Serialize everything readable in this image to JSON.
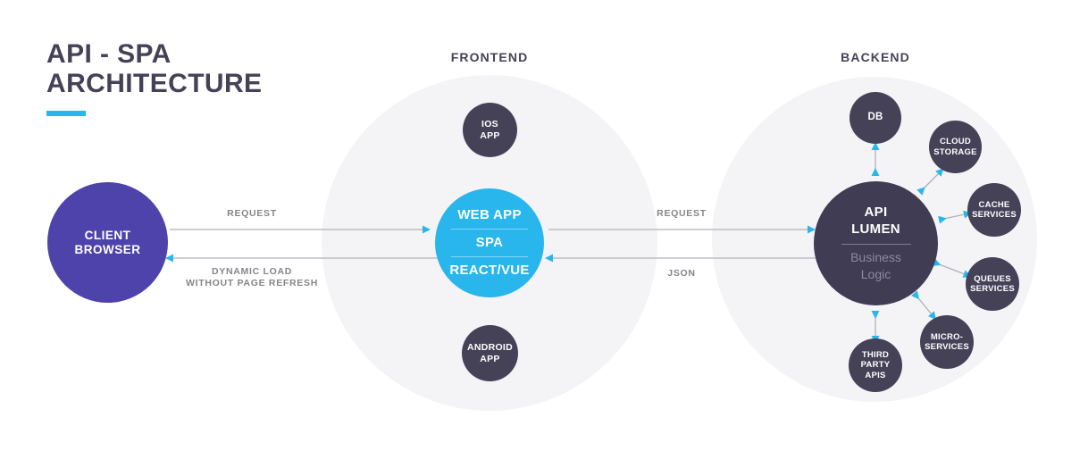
{
  "title": {
    "line1": "API - SPA",
    "line2": "ARCHITECTURE"
  },
  "sections": {
    "frontend": "FRONTEND",
    "backend": "BACKEND"
  },
  "client": {
    "label": "CLIENT\nBROWSER"
  },
  "frontend_nodes": {
    "ios": "IOS\nAPP",
    "android": "ANDROID\nAPP",
    "web_app": {
      "row1": "WEB APP",
      "row2": "SPA",
      "row3": "REACT/VUE"
    }
  },
  "backend_core": {
    "title": "API\nLUMEN",
    "subtitle": "Business\nLogic"
  },
  "backend_nodes": [
    {
      "id": "db",
      "label": "DB"
    },
    {
      "id": "cloud-storage",
      "label": "CLOUD\nSTORAGE"
    },
    {
      "id": "cache-services",
      "label": "CACHE\nSERVICES"
    },
    {
      "id": "queues-services",
      "label": "QUEUES\nSERVICES"
    },
    {
      "id": "micro-services",
      "label": "MICRO-\nSERVICES"
    },
    {
      "id": "third-party-apis",
      "label": "THIRD\nPARTY\nAPIS"
    }
  ],
  "connectors": {
    "client_to_web_request": "REQUEST",
    "web_to_client_dynamic": "DYNAMIC LOAD\nWITHOUT PAGE REFRESH",
    "web_to_api_request": "REQUEST",
    "api_to_web_json": "JSON"
  },
  "colors": {
    "accent_cyan": "#29b6ec",
    "client_purple": "#4e43ab",
    "node_dark": "#454258",
    "group_bg": "#f4f4f6",
    "wire_gray": "#b0b0b8",
    "label_gray": "#868686"
  }
}
